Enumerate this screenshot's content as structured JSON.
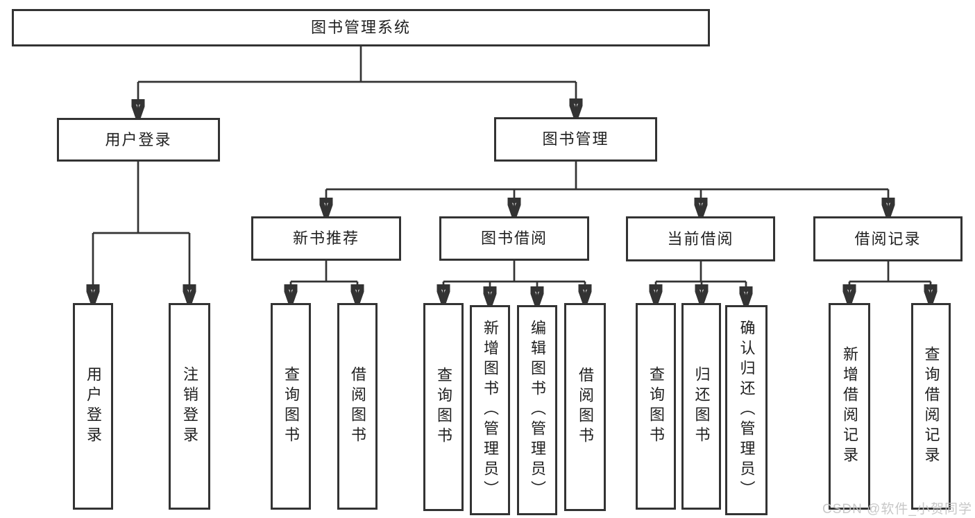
{
  "diagram": {
    "type": "hierarchy-flowchart",
    "colors": {
      "line": "#333333",
      "node_border": "#333333",
      "node_fill": "#ffffff",
      "text": "#1f1f1f",
      "watermark": "#c3c3c3",
      "background": "#ffffff"
    }
  },
  "nodes": {
    "root": "图书管理系统",
    "user_login": "用户登录",
    "book_mgmt": "图书管理",
    "new_book_recommend": "新书推荐",
    "book_borrow": "图书借阅",
    "current_borrow": "当前借阅",
    "borrow_records": "借阅记录",
    "ul_user_login": "用户登录",
    "ul_logout": "注销登录",
    "nb_query_books": "查询图书",
    "nb_borrow_books": "借阅图书",
    "bb_query_books": "查询图书",
    "bb_add_books": "新增图书（管理员）",
    "bb_edit_books": "编辑图书（管理员）",
    "bb_borrow_books": "借阅图书",
    "cb_query_books": "查询图书",
    "cb_return_books": "归还图书",
    "cb_confirm_return": "确认归还（管理员）",
    "br_add_record": "新增借阅记录",
    "br_query_record": "查询借阅记录"
  },
  "edges": [
    [
      "root",
      "user_login"
    ],
    [
      "root",
      "book_mgmt"
    ],
    [
      "user_login",
      "ul_user_login"
    ],
    [
      "user_login",
      "ul_logout"
    ],
    [
      "book_mgmt",
      "new_book_recommend"
    ],
    [
      "book_mgmt",
      "book_borrow"
    ],
    [
      "book_mgmt",
      "current_borrow"
    ],
    [
      "book_mgmt",
      "borrow_records"
    ],
    [
      "new_book_recommend",
      "nb_query_books"
    ],
    [
      "new_book_recommend",
      "nb_borrow_books"
    ],
    [
      "book_borrow",
      "bb_query_books"
    ],
    [
      "book_borrow",
      "bb_add_books"
    ],
    [
      "book_borrow",
      "bb_edit_books"
    ],
    [
      "book_borrow",
      "bb_borrow_books"
    ],
    [
      "current_borrow",
      "cb_query_books"
    ],
    [
      "current_borrow",
      "cb_return_books"
    ],
    [
      "current_borrow",
      "cb_confirm_return"
    ],
    [
      "borrow_records",
      "br_add_record"
    ],
    [
      "borrow_records",
      "br_query_record"
    ]
  ],
  "watermark": {
    "text": "CSDN @软件_小贺同学"
  }
}
